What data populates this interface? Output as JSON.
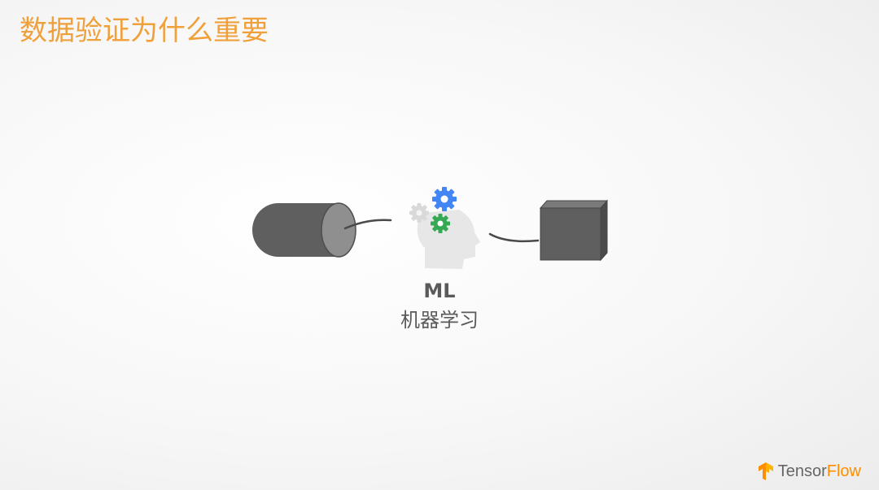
{
  "slide": {
    "title": "数据验证为什么重要"
  },
  "diagram": {
    "center_label": "ML",
    "center_sublabel": "机器学习",
    "icons": {
      "left": "database-cylinder-icon",
      "center": "head-with-gears-icon",
      "right": "model-box-icon"
    },
    "colors": {
      "gear_blue": "#4285f4",
      "gear_green": "#34a853",
      "gear_gray": "#d9d9d9",
      "shape_dark": "#5f5f5f",
      "shape_light": "#8f8f8f",
      "head": "#e7e7e7",
      "connector": "#4a4a4a"
    }
  },
  "brand": {
    "name_part1": "Tensor",
    "name_part2": "Flow",
    "logo": "tensorflow-logo-icon"
  }
}
